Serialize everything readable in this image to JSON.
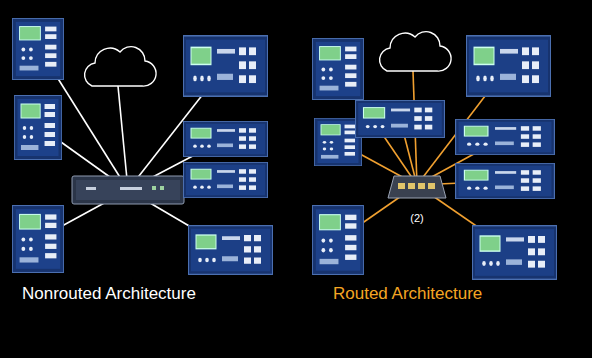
{
  "diagram": {
    "labels": [
      "Nonrouted Architecture",
      "Routed Architecture",
      "(2)"
    ]
  }
}
